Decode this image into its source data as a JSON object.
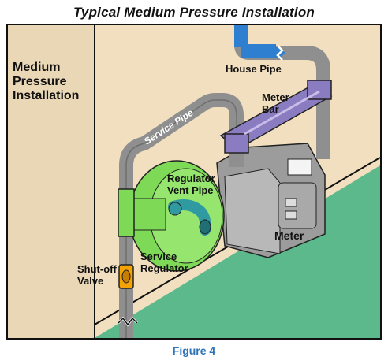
{
  "title": "Typical Medium Pressure Installation",
  "figure_caption": "Figure 4",
  "labels": {
    "installation": [
      "Medium",
      "Pressure",
      "Installation"
    ],
    "house_pipe": "House Pipe",
    "meter_bar": [
      "Meter",
      "Bar"
    ],
    "service_pipe": "Service Pipe",
    "regulator_vent_pipe": [
      "Regulator",
      "Vent Pipe"
    ],
    "meter": "Meter",
    "service_regulator": [
      "Service",
      "Regulator"
    ],
    "shutoff_valve": [
      "Shut-off",
      "Valve"
    ]
  },
  "colors": {
    "wall": "#f2dfbf",
    "wall_side": "#e8d3b0",
    "ground": "#5bb98c",
    "pipe_gray": "#8f8f8f",
    "pipe_dark": "#6e6e6e",
    "house_pipe": "#2f7fd1",
    "meter_bar": "#8a7cc0",
    "regulator": "#7ed957",
    "vent_pipe": "#2f9aa0",
    "valve": "#f4a300"
  }
}
